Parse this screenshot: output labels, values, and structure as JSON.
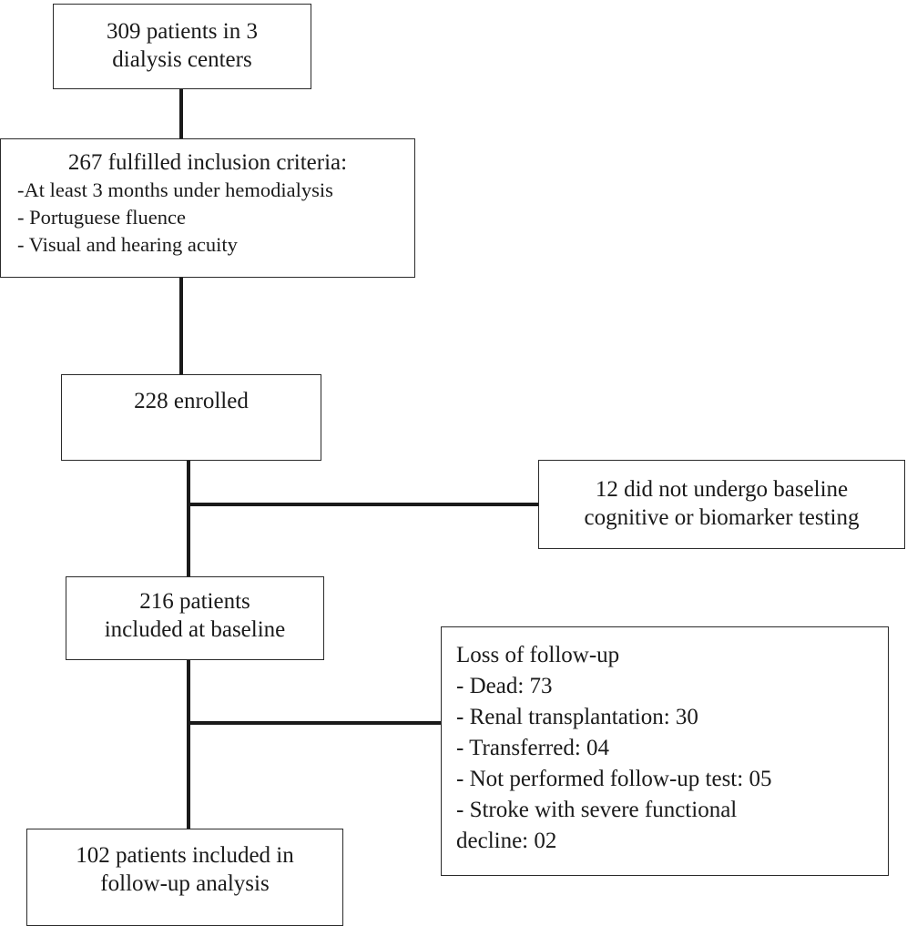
{
  "boxes": {
    "centers": {
      "lines": [
        "309 patients in 3",
        "dialysis centers"
      ]
    },
    "inclusion": {
      "heading": "267 fulfilled inclusion criteria:",
      "criteria": [
        "-At least 3 months under hemodialysis",
        "- Portuguese fluence",
        "- Visual and hearing acuity"
      ]
    },
    "enrolled": {
      "lines": [
        "228 enrolled"
      ]
    },
    "excluded_baseline": {
      "lines": [
        "12 did not undergo baseline",
        "cognitive or biomarker testing"
      ]
    },
    "baseline": {
      "lines": [
        "216 patients",
        "included at baseline"
      ]
    },
    "loss": {
      "lines": [
        "Loss of follow-up",
        "- Dead: 73",
        "- Renal transplantation: 30",
        "- Transferred: 04",
        "- Not performed follow-up test: 05",
        "- Stroke with severe functional",
        "decline: 02"
      ]
    },
    "followup": {
      "lines": [
        "102 patients included in",
        "follow-up analysis"
      ]
    }
  }
}
